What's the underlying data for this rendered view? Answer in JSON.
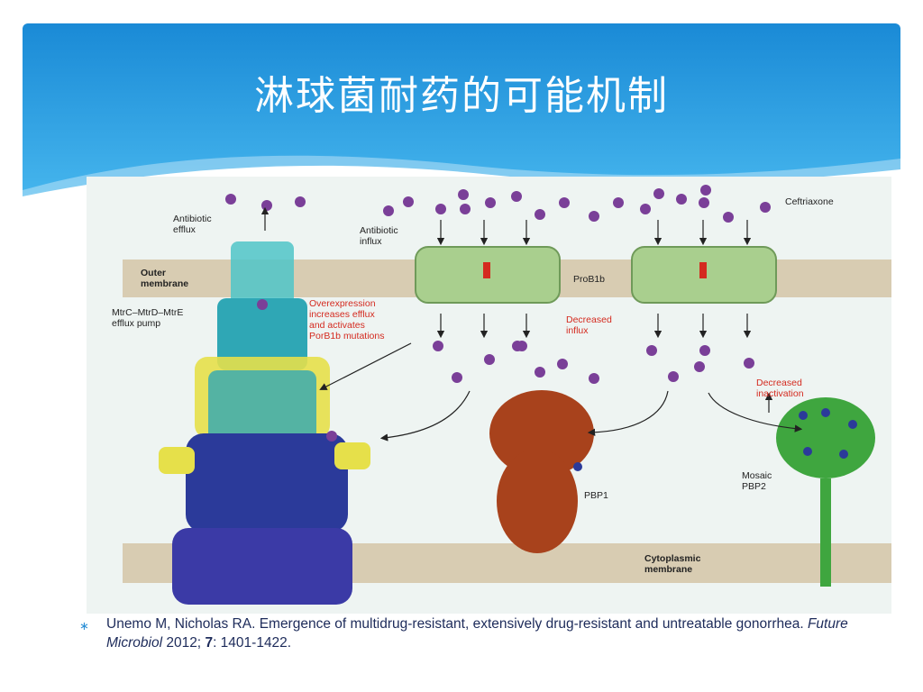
{
  "slide": {
    "title": "淋球菌耐药的可能机制",
    "accent_colors": {
      "banner_dark": "#1a8ad6",
      "banner_light": "#47b7ee",
      "membrane": "#d8ccb2",
      "molecule": "#7a3f98",
      "highlight": "#d42a1f"
    }
  },
  "figure": {
    "labels": {
      "antibiotic_efflux": [
        "Antibiotic",
        "efflux"
      ],
      "antibiotic_influx": [
        "Antibiotic",
        "influx"
      ],
      "ceftriaxone": "Ceftriaxone",
      "outer_membrane": [
        "Outer",
        "membrane"
      ],
      "porb1b": "ProB1b",
      "pump": [
        "MtrC–MtrD–MtrE",
        "efflux pump"
      ],
      "overexpression": [
        "Overexpression",
        "increases efflux",
        "and activates",
        "PorB1b mutations"
      ],
      "decreased_influx": [
        "Decreased",
        "influx"
      ],
      "decreased_inactivation": [
        "Decreased",
        "inactivation"
      ],
      "mosaic_pbp2": [
        "Mosaic",
        "PBP2"
      ],
      "pbp1": "PBP1",
      "cytoplasmic_membrane": [
        "Cytoplasmic",
        "membrane"
      ]
    },
    "icons": [
      "antibiotic-molecule-icon",
      "efflux-pump-structure",
      "porin-barrel-icon",
      "pbp1-protein-icon",
      "pbp2-protein-icon"
    ]
  },
  "caption": {
    "bullet": "∗",
    "authors_title": "Unemo M, Nicholas RA. Emergence of multidrug-resistant, extensively drug-resistant and untreatable gonorrhea.",
    "journal": "Future Microbiol",
    "year": "2012;",
    "volume": "7",
    "pages": ": 1401-1422."
  }
}
